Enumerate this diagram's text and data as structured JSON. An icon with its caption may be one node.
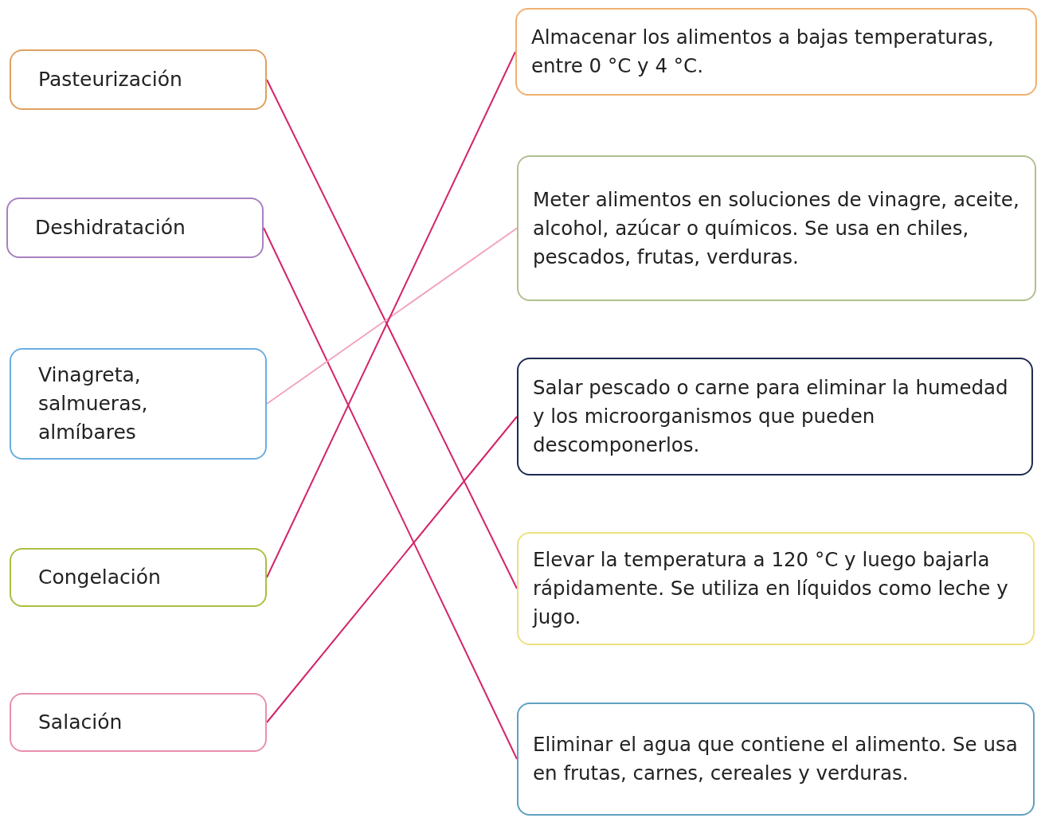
{
  "diagram": {
    "nodes": [
      {
        "text": [
          "Pasteurización"
        ]
      },
      {
        "text": [
          "Deshidratación"
        ]
      },
      {
        "text": [
          "Vinagreta, salmueras, almíbares"
        ]
      },
      {
        "text": [
          "Congelación"
        ]
      },
      {
        "text": [
          "Salación"
        ]
      },
      {
        "text": [
          "Almacenar los alimentos a bajas temperaturas, entre 0 °C y 4 °C."
        ]
      },
      {
        "text": [
          "Meter alimentos en soluciones de vinagre, aceite, alcohol, azúcar o químicos. Se usa en chiles, pescados, frutas, verduras."
        ]
      },
      {
        "text": [
          "Salar pescado o carne para eliminar la humedad y los microorganismos que pueden descomponerlos."
        ]
      },
      {
        "text": [
          "Elevar la temperatura a 120 °C y luego bajarla rápidamente. Se utiliza en líquidos como leche y jugo."
        ]
      },
      {
        "text": [
          "Eliminar el agua que contiene el alimento. Se usa en frutas, carnes, cereales y verduras."
        ]
      }
    ],
    "edges": [
      {
        "from": 0,
        "to": 8,
        "arrow": "none"
      },
      {
        "from": 1,
        "to": 9,
        "arrow": "none"
      },
      {
        "from": 2,
        "to": 6,
        "arrow": "none",
        "color": "#f2a3bd"
      },
      {
        "from": 3,
        "to": 5,
        "arrow": "none"
      },
      {
        "from": 4,
        "to": 7,
        "arrow": "none"
      }
    ]
  }
}
